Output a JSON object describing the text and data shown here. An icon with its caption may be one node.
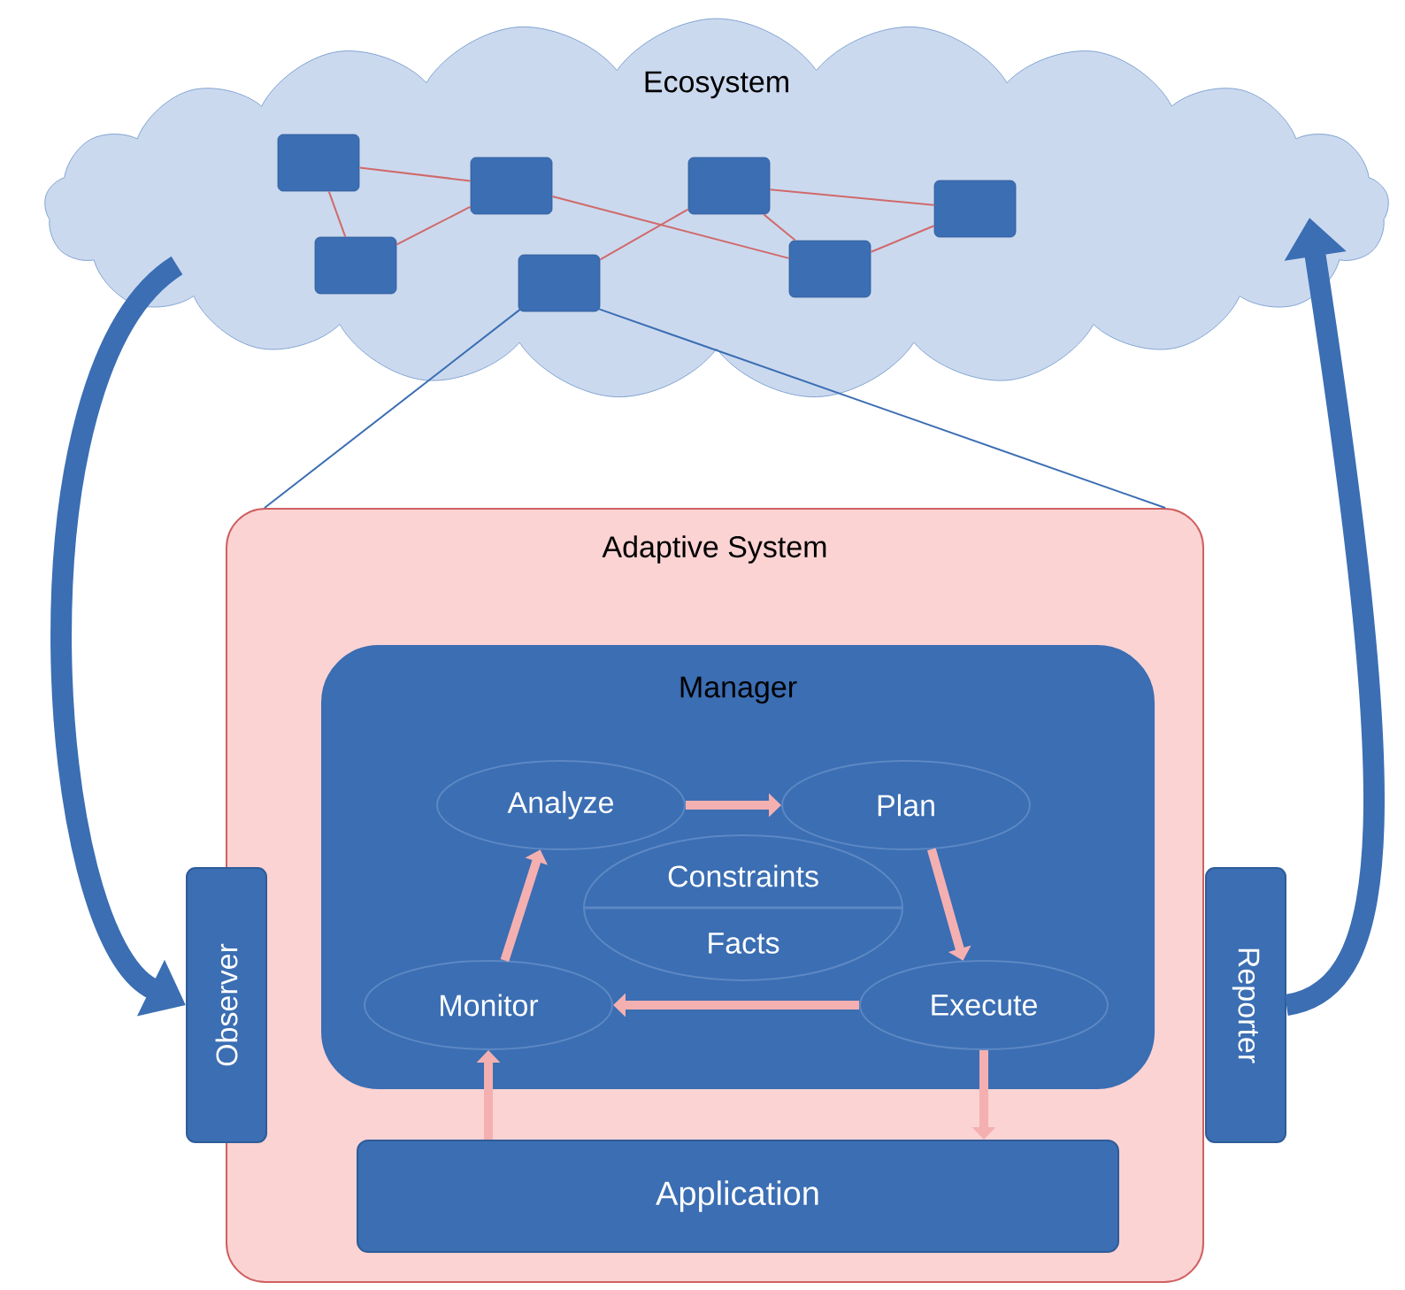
{
  "diagram": {
    "nodes": [
      {
        "text": [
          "Ecosystem"
        ]
      },
      {
        "text": [],
        "shape": "box",
        "in": 0
      },
      {
        "text": [],
        "shape": "box",
        "in": 0
      },
      {
        "text": [],
        "shape": "box",
        "in": 0
      },
      {
        "text": [],
        "shape": "box",
        "in": 0
      },
      {
        "text": [],
        "shape": "box",
        "in": 0
      },
      {
        "text": [],
        "shape": "box",
        "in": 0
      },
      {
        "text": [],
        "shape": "box",
        "in": 0
      },
      {
        "text": [
          "Adaptive System"
        ]
      },
      {
        "text": [
          "Manager"
        ],
        "in": 8
      },
      {
        "text": [
          "Analyze"
        ],
        "in": 9
      },
      {
        "text": [
          "Plan"
        ],
        "in": 9
      },
      {
        "text": [
          "Constraints",
          "Facts"
        ],
        "in": 9
      },
      {
        "text": [
          "Monitor"
        ],
        "in": 9
      },
      {
        "text": [
          "Execute"
        ],
        "in": 9
      },
      {
        "text": [
          "Observer"
        ]
      },
      {
        "text": [
          "Reporter"
        ]
      },
      {
        "text": [
          "Application"
        ],
        "in": 8
      }
    ],
    "edges": [
      {
        "from": 1,
        "to": 3,
        "arrow": "none",
        "color": "#d06a6a"
      },
      {
        "from": 1,
        "to": 2,
        "arrow": "none",
        "color": "#d06a6a"
      },
      {
        "from": 2,
        "to": 3,
        "arrow": "none",
        "color": "#d06a6a"
      },
      {
        "from": 3,
        "to": 6,
        "arrow": "none",
        "color": "#d06a6a"
      },
      {
        "from": 4,
        "to": 5,
        "arrow": "none",
        "color": "#d06a6a"
      },
      {
        "from": 5,
        "to": 7,
        "arrow": "none",
        "color": "#d06a6a"
      },
      {
        "from": 5,
        "to": 6,
        "arrow": "none",
        "color": "#d06a6a"
      },
      {
        "from": 6,
        "to": 7,
        "arrow": "none",
        "color": "#d06a6a"
      },
      {
        "from": 4,
        "to": 8,
        "arrow": "none",
        "color": "#3b6eb3"
      },
      {
        "from": 4,
        "to": 8,
        "arrow": "none",
        "color": "#3b6eb3"
      },
      {
        "from": 0,
        "to": 15,
        "arrow": "to",
        "style": "thick",
        "color": "#3b6eb3"
      },
      {
        "from": 16,
        "to": 0,
        "arrow": "to",
        "style": "thick",
        "color": "#3b6eb3"
      },
      {
        "from": 10,
        "to": 11,
        "arrow": "to",
        "style": "thick",
        "color": "#f4b0b0"
      },
      {
        "from": 11,
        "to": 14,
        "arrow": "to",
        "style": "thick",
        "color": "#f4b0b0"
      },
      {
        "from": 14,
        "to": 13,
        "arrow": "to",
        "style": "thick",
        "color": "#f4b0b0"
      },
      {
        "from": 13,
        "to": 10,
        "arrow": "to",
        "style": "thick",
        "color": "#f4b0b0"
      },
      {
        "from": 17,
        "to": 13,
        "arrow": "to",
        "style": "thick",
        "color": "#f4b0b0"
      },
      {
        "from": 14,
        "to": 17,
        "arrow": "to",
        "style": "thick",
        "color": "#f4b0b0"
      }
    ]
  }
}
